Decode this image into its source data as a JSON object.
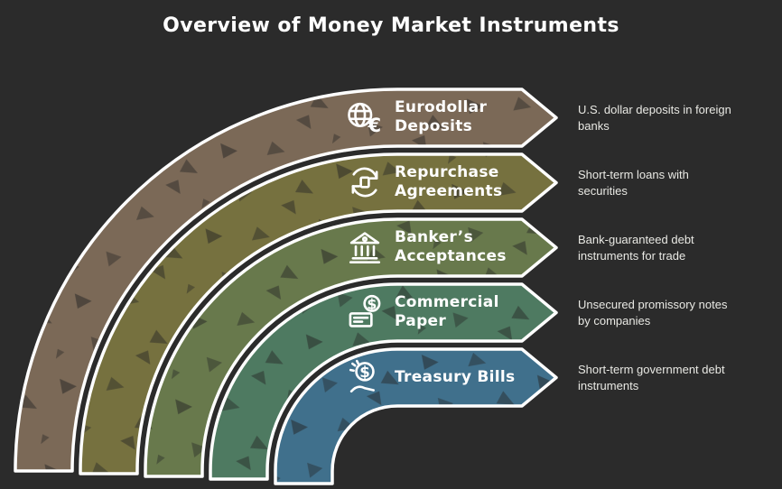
{
  "title": "Overview of Money Market Instruments",
  "colors": {
    "background": "#2b2b2b",
    "outline": "#ffffff",
    "label_text": "#ffffff",
    "description_text": "#e9e9e4"
  },
  "glyphs": {
    "euro": "€",
    "dollar": "$"
  },
  "bands": [
    {
      "id": "eurodollar-deposits",
      "label_line1": "Eurodollar",
      "label_line2": "Deposits",
      "description": "U.S. dollar deposits in foreign banks",
      "color": "#7b6957",
      "icon": "euro-globe-icon"
    },
    {
      "id": "repurchase-agreements",
      "label_line1": "Repurchase",
      "label_line2": "Agreements",
      "description": "Short-term loans with securities",
      "color": "#76713f",
      "icon": "exchange-arrows-icon"
    },
    {
      "id": "bankers-acceptances",
      "label_line1": "Banker’s",
      "label_line2": "Acceptances",
      "description": "Bank-guaranteed debt instruments for trade",
      "color": "#68794c",
      "icon": "bank-icon"
    },
    {
      "id": "commercial-paper",
      "label_line1": "Commercial",
      "label_line2": "Paper",
      "description": "Unsecured promissory notes by companies",
      "color": "#4e7a61",
      "icon": "banknote-dollar-icon"
    },
    {
      "id": "treasury-bills",
      "label_line1": "Treasury Bills",
      "label_line2": "",
      "description": "Short-term government debt instruments",
      "color": "#40708c",
      "icon": "money-hand-icon"
    }
  ]
}
